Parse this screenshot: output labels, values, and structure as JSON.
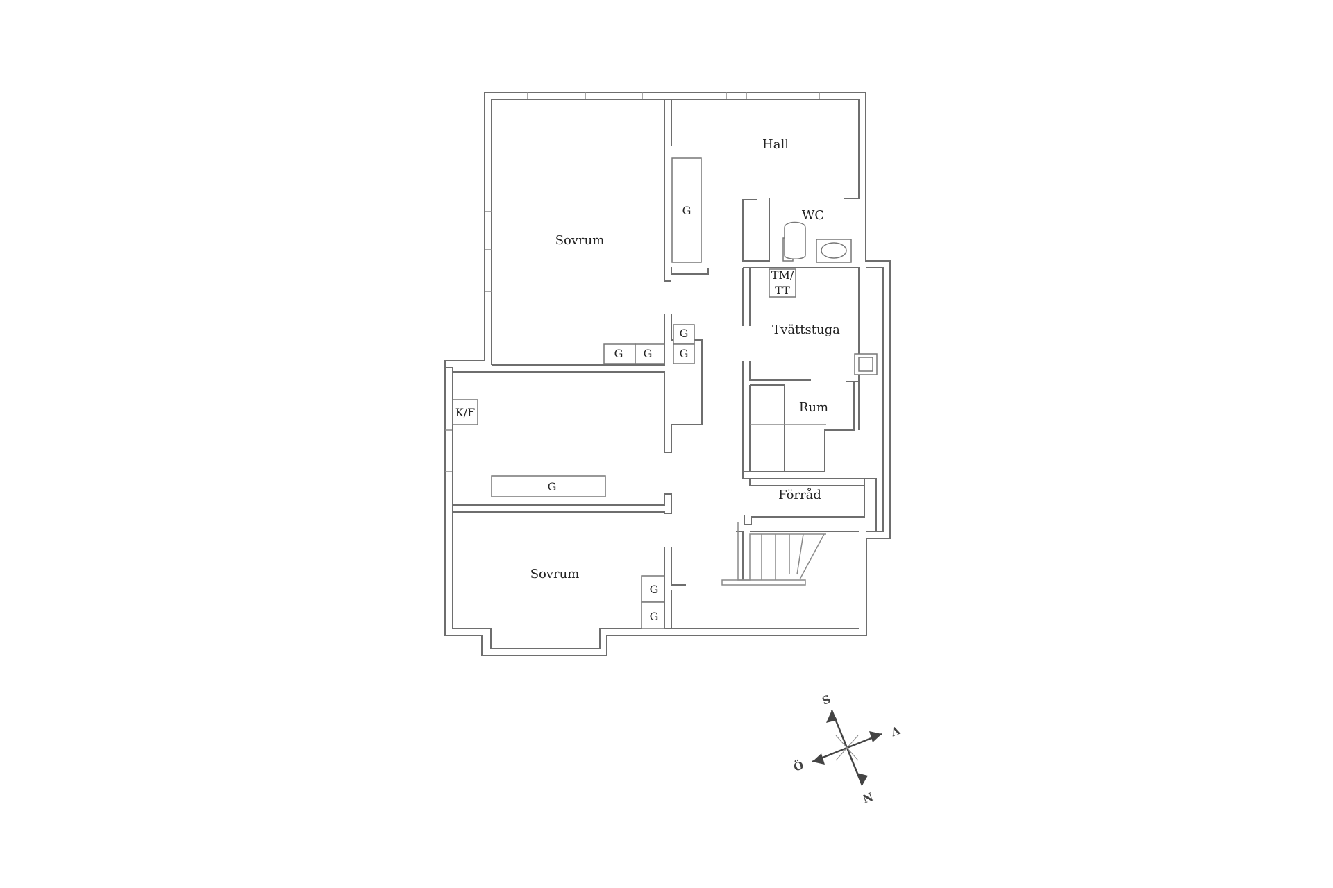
{
  "rooms": {
    "hall": "Hall",
    "wc": "WC",
    "bedroom_top": "Sovrum",
    "bedroom_bottom": "Sovrum",
    "laundry": "Tvättstuga",
    "room": "Rum",
    "storage": "Förråd",
    "tm_line1": "TM/",
    "tm_line2": "TT",
    "kf": "K/F"
  },
  "closet_label": "G",
  "compass": {
    "north": "N",
    "south": "S",
    "east": "Ö",
    "west": "V"
  }
}
